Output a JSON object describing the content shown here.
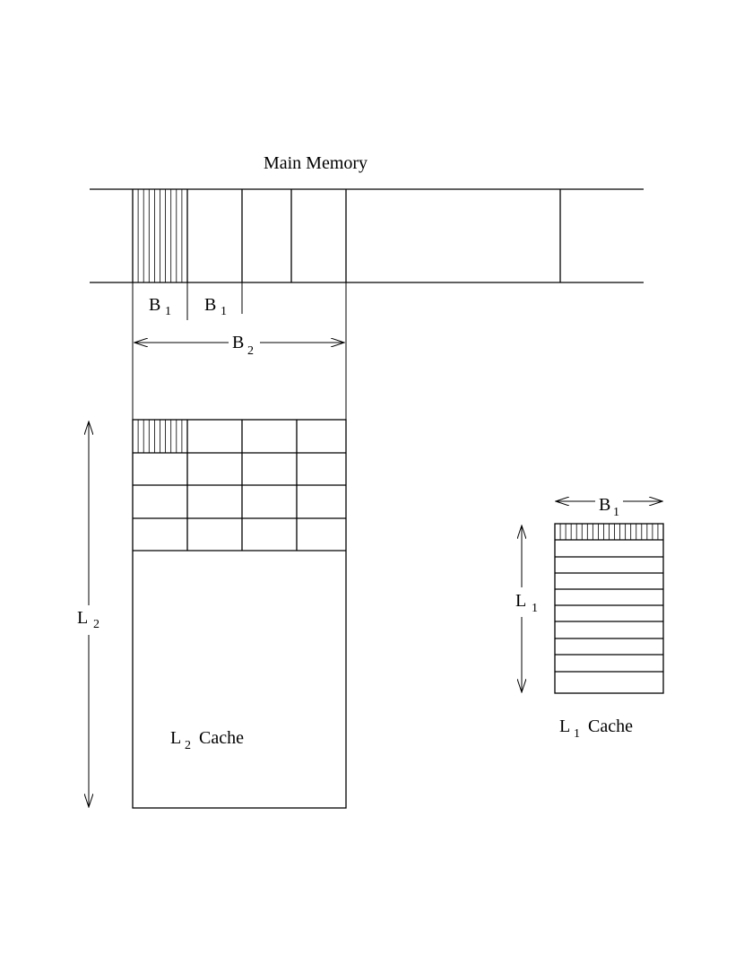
{
  "title": "Main Memory",
  "labels": {
    "b1_main": "B",
    "b1_main_sub": "1",
    "b1_main_second": "B",
    "b1_main_second_sub": "1",
    "b2": "B",
    "b2_sub": "2",
    "l2": "L",
    "l2_sub": "2",
    "l2_cache": "L",
    "l2_cache_sub": "2",
    "l2_cache_word": "Cache",
    "l1_width": "B",
    "l1_width_sub": "1",
    "l1": "L",
    "l1_sub": "1",
    "l1_cache": "L",
    "l1_cache_sub": "1",
    "l1_cache_word": "Cache"
  },
  "colors": {
    "stroke": "#000000",
    "background": "#ffffff"
  }
}
